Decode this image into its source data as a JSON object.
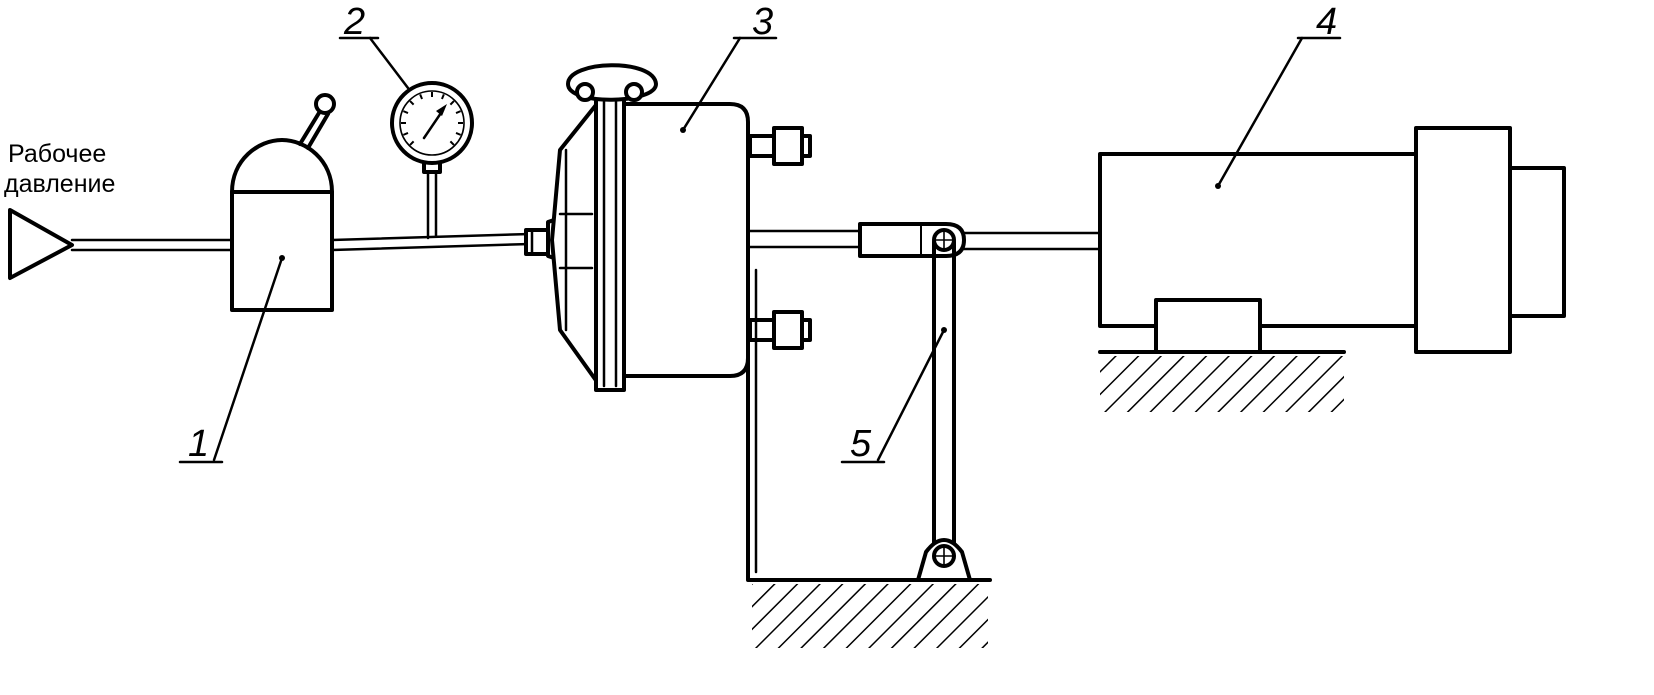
{
  "inlet_label": {
    "line1": "Рабочее",
    "line2": "давление"
  },
  "callouts": {
    "c1": "1",
    "c2": "2",
    "c3": "3",
    "c4": "4",
    "c5": "5"
  }
}
